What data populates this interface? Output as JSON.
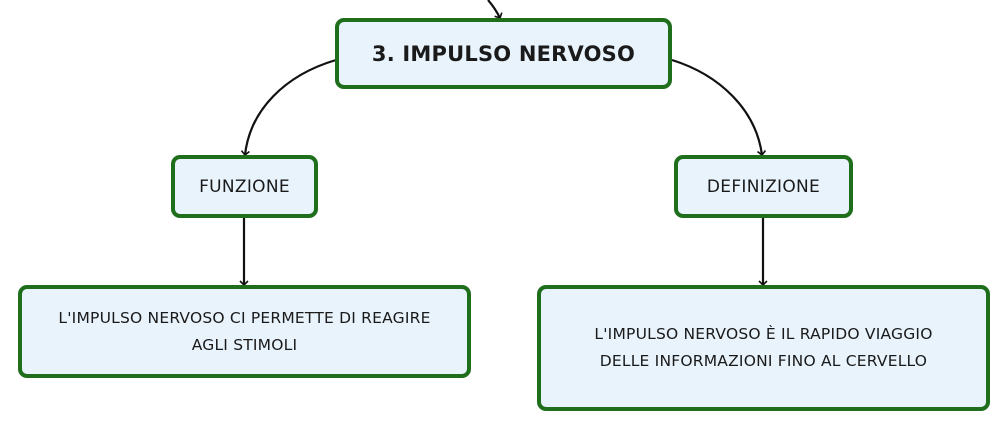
{
  "diagram": {
    "colors": {
      "node_border": "#1f6e1c",
      "node_fill": "#e8f3fc",
      "text": "#1a1a1a",
      "connector": "#111111"
    },
    "root": {
      "label": "3. IMPULSO NERVOSO"
    },
    "branches": [
      {
        "label": "FUNZIONE",
        "detail": "L'IMPULSO NERVOSO CI PERMETTE DI REAGIRE\nAGLI STIMOLI"
      },
      {
        "label": "DEFINIZIONE",
        "detail": "L'IMPULSO NERVOSO È IL RAPIDO VIAGGIO\nDELLE INFORMAZIONI FINO AL CERVELLO"
      }
    ]
  }
}
